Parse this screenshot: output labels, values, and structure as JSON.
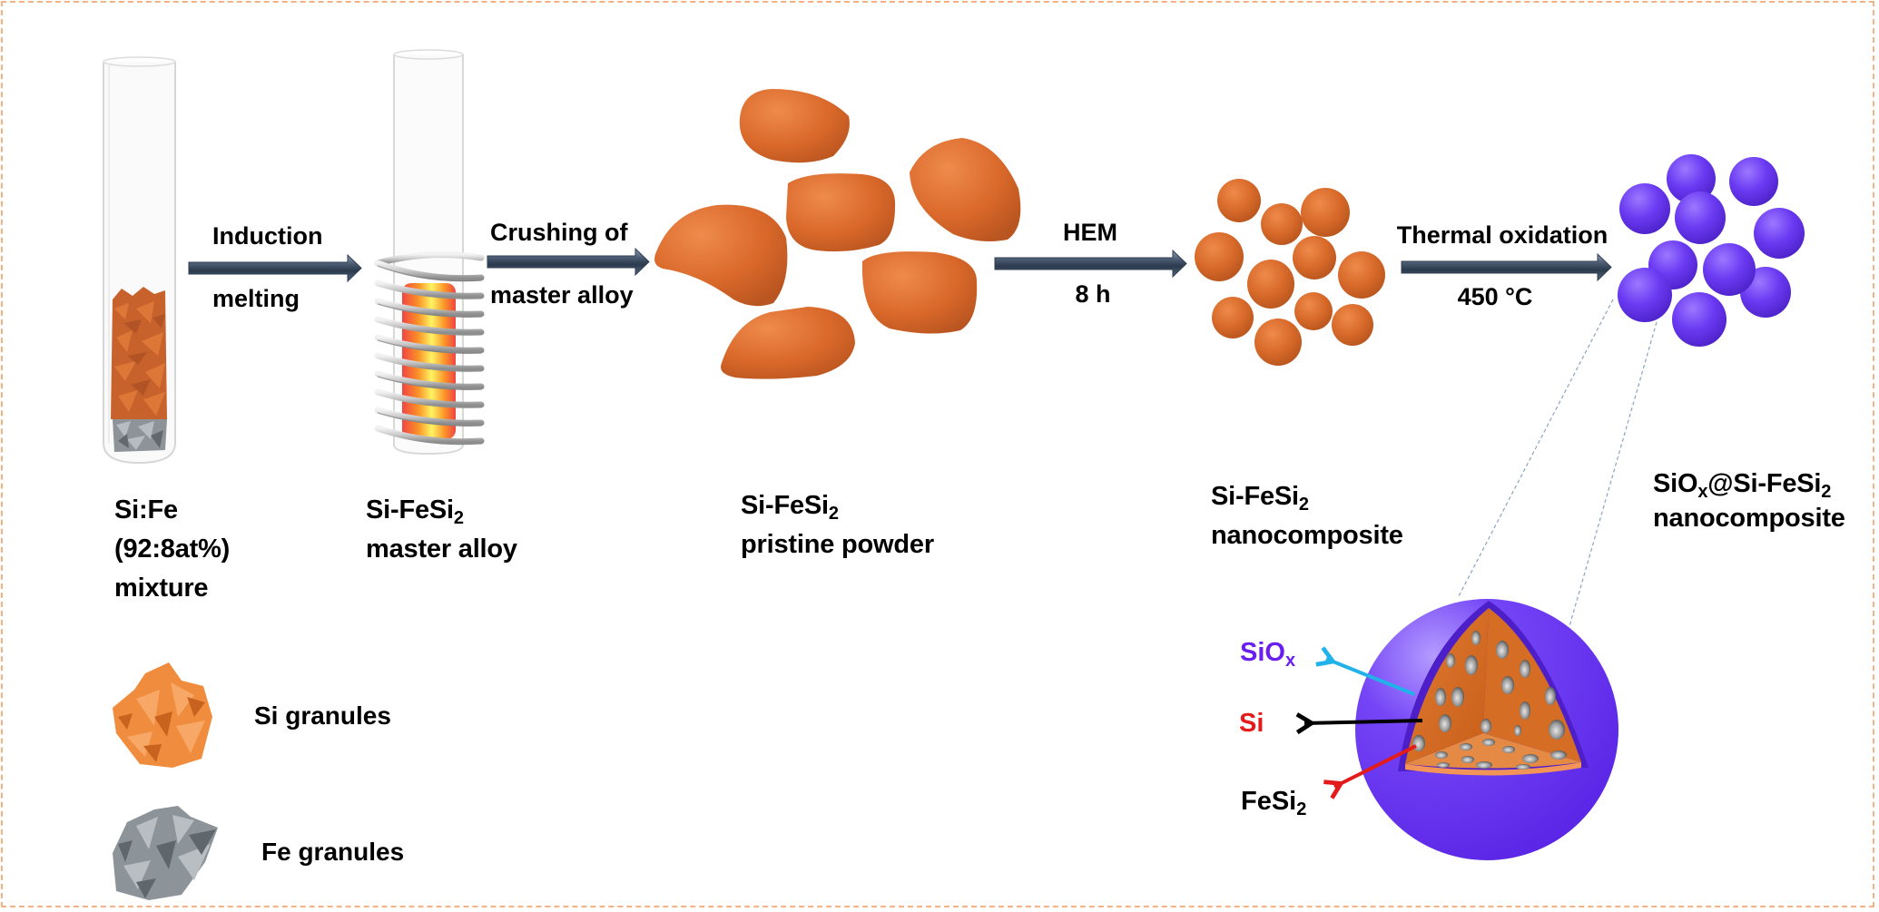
{
  "colors": {
    "border": "#f4b183",
    "arrow_dark": "#2f3d50",
    "arrow_light": "#7d8fa6",
    "si_orange": "#d9692a",
    "siox_purple": "#6a35f0",
    "fe_gray": "#8f969c",
    "label_siox": "#6a1ff0",
    "label_si": "#e41b1b",
    "arrow_siox": "#22b2ea",
    "arrow_si": "#000000",
    "arrow_fesi2": "#e41b1b"
  },
  "steps": [
    {
      "id": "step1",
      "line1": "Induction",
      "line2": "melting"
    },
    {
      "id": "step2",
      "line1": "Crushing of",
      "line2": "master alloy"
    },
    {
      "id": "step3",
      "line1": "HEM",
      "line2": "8 h"
    },
    {
      "id": "step4",
      "line1": "Thermal oxidation",
      "line2": "450 °C"
    }
  ],
  "stages": [
    {
      "id": "mixture",
      "line1": "Si:Fe",
      "line2": "(92:8at%)",
      "line3": "mixture"
    },
    {
      "id": "master_alloy",
      "line1_main": "Si-FeSi",
      "line1_sub": "2",
      "line2": "master alloy"
    },
    {
      "id": "pristine_powder",
      "line1_main": "Si-FeSi",
      "line1_sub": "2",
      "line2": "pristine powder"
    },
    {
      "id": "nanocomposite",
      "line1_main": "Si-FeSi",
      "line1_sub": "2",
      "line2": "nanocomposite"
    },
    {
      "id": "coated_nanocomposite",
      "line1_a": "SiO",
      "line1_sub_x": "x",
      "line1_b": "@Si-FeSi",
      "line1_sub_2": "2",
      "line2": "nanocomposite"
    }
  ],
  "legend": [
    {
      "id": "si",
      "label": "Si granules",
      "icon": "si-granule-icon"
    },
    {
      "id": "fe",
      "label": "Fe granules",
      "icon": "fe-granule-icon"
    }
  ],
  "inset": {
    "labels": [
      {
        "id": "siox",
        "main": "SiO",
        "sub": "x"
      },
      {
        "id": "si",
        "main": "Si",
        "sub": ""
      },
      {
        "id": "fesi2",
        "main": "FeSi",
        "sub": "2"
      }
    ]
  }
}
